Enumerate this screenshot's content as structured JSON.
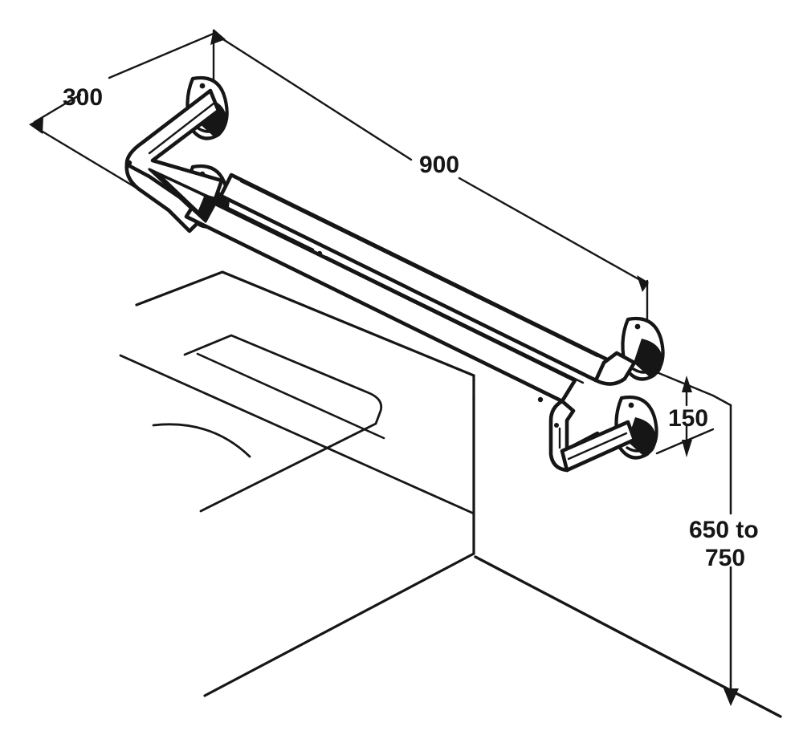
{
  "drawing": {
    "title": "Bath grab rail installation dimension diagram",
    "units": "mm",
    "line_color": "#161616",
    "fill_color": "#ffffff",
    "background": "#ffffff"
  },
  "dimensions": {
    "horizontal_offset": {
      "label": "300",
      "name": "rail-return-depth"
    },
    "rail_length": {
      "label": "900",
      "name": "rail-horizontal-length"
    },
    "bracket_drop": {
      "label": "150",
      "name": "lower-bracket-offset"
    },
    "mounting_height": {
      "line_1": "650  to",
      "line_2": "750",
      "name": "rail-height-above-floor"
    }
  },
  "components": {
    "grab_rail": "grab-rail-tube",
    "flange_upper_left": "wall-flange-upper-left",
    "flange_lower_left": "wall-flange-lower-left",
    "flange_upper_right": "wall-flange-upper-right",
    "flange_lower_right": "wall-flange-lower-right",
    "bath": "bath-tub-outline",
    "floor": "floor-line"
  }
}
